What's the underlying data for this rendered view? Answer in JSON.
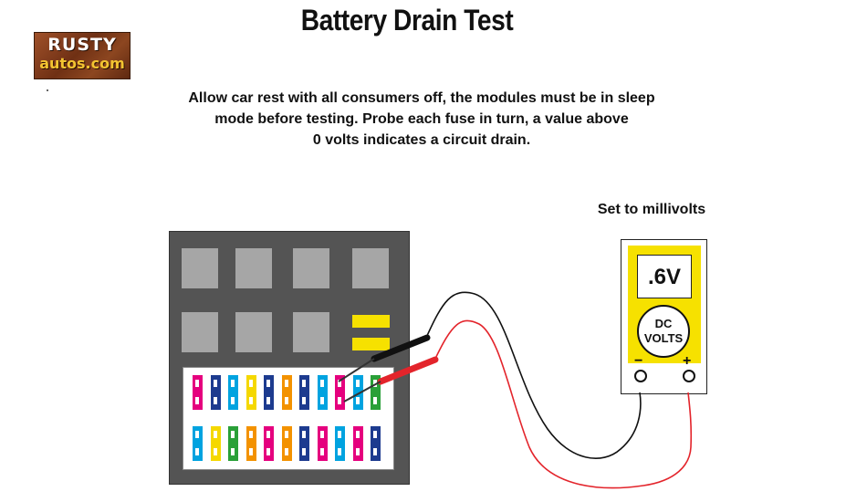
{
  "title": "Battery Drain Test",
  "logo": {
    "line1": "RUSTY",
    "line2": "autos.com"
  },
  "instructions": [
    "Allow car rest with all consumers off, the modules must be in sleep",
    "mode before testing. Probe each fuse in turn, a value above",
    "0 volts indicates a circuit drain."
  ],
  "meter": {
    "label": "Set to millivolts",
    "reading": ".6V",
    "dial_line1": "DC",
    "dial_line2": "VOLTS",
    "negative_sign": "−",
    "positive_sign": "+",
    "body_color": "#f6e100"
  },
  "fuse_colors": {
    "top_row": [
      "#e5007e",
      "#1d3b8f",
      "#00a3e0",
      "#f5d800",
      "#1d3b8f",
      "#f39200",
      "#1d3b8f",
      "#00a3e0",
      "#e5007e",
      "#00a3e0",
      "#2aa038"
    ],
    "bottom_row": [
      "#00a3e0",
      "#f5d800",
      "#2aa038",
      "#f39200",
      "#e5007e",
      "#f39200",
      "#1d3b8f",
      "#e5007e",
      "#00a3e0",
      "#e5007e",
      "#1d3b8f"
    ]
  },
  "wire_colors": {
    "negative": "#111111",
    "positive": "#e3242b"
  }
}
